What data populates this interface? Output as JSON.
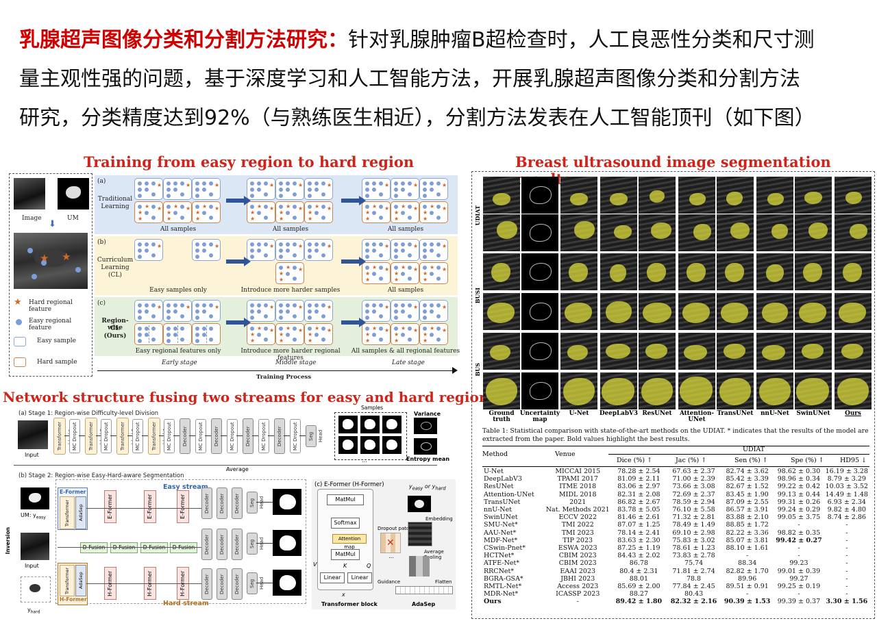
{
  "intro": {
    "highlight": "乳腺超声图像分类和分割方法研究：",
    "line1": "针对乳腺肿瘤B超检查时，人工良恶性分类和尺寸测",
    "line2": "量主观性强的问题，基于深度学习和人工智能方法，开展乳腺超声图像分类和分割方法",
    "line3": "研究，分类精度达到92%（与熟练医生相近），分割方法发表在人工智能顶刊（如下图）"
  },
  "left_title": "Training from easy region to hard region",
  "right_title": "Breast ultrasound image segmentation results",
  "network_title": "Network structure fusing two streams for easy and hard regions",
  "legend": {
    "image": "Image",
    "um": "UM",
    "plus": "+",
    "hard_feature": "Hard regional feature",
    "easy_feature": "Easy regional feature",
    "easy_sample": "Easy sample",
    "hard_sample": "Hard sample"
  },
  "rows": [
    {
      "tag": "(a)",
      "name_lines": [
        "Traditional",
        "Learning"
      ],
      "labels": [
        "All samples",
        "All samples",
        "All samples"
      ]
    },
    {
      "tag": "(b)",
      "name_lines": [
        "Curriculum",
        "Learning",
        "(CL)"
      ],
      "labels": [
        "Easy samples only",
        "Introduce more harder samples",
        "All samples"
      ]
    },
    {
      "tag": "(c)",
      "name_lines": [
        "Region-wise",
        "CL",
        "(Ours)"
      ],
      "labels": [
        "Easy regional features only",
        "Introduce more harder regional features",
        "All samples & all regional features"
      ]
    }
  ],
  "stages": [
    "Early stage",
    "Middle stage",
    "Late stage"
  ],
  "training_process": "Training Process",
  "stage1": {
    "title": "(a) Stage 1: Region-wise Difficulty-level Division",
    "input": "Input",
    "blocks": [
      "Transformer block1",
      "MC Dropout",
      "Transformer block2",
      "MC Dropout",
      "Transformer block3",
      "MC Dropout",
      "Transformer block4",
      "MC Dropout",
      "Decoder",
      "MC Dropout",
      "Decoder",
      "MC Dropout",
      "Decoder",
      "MC Dropout",
      "Decoder",
      "MC Dropout",
      "Seg Head"
    ],
    "samples": "Samples",
    "variance": "Variance",
    "entropy": "Entropy mean",
    "dots": "...",
    "average": "Average"
  },
  "stage2": {
    "title": "(b) Stage 2: Region-wise Easy-Hard-aware Segmentation",
    "easy_stream": "Easy stream",
    "hard_stream": "Hard stream",
    "e_former": "E-Former",
    "h_former": "H-Former",
    "transformer_block": "Transformer block",
    "adasep": "AdaSep",
    "d_fusion": "D-Fusion",
    "decoder": "Decoder",
    "seg_head": "Seg Head",
    "um_label": "UM: y",
    "um_sub": "easy",
    "input": "Input",
    "y_hard": "y",
    "y_hard_sub": "hard",
    "inversion": "Inversion"
  },
  "eformer": {
    "title": "(c) E-Former (H-Former)",
    "matmul": "MatMul",
    "softmax": "Softmax",
    "attention_map": "Attention map",
    "linear": "Linear",
    "v": "V",
    "k": "K",
    "q": "Q",
    "x": "x",
    "transformer_block": "Transformer block",
    "dropout_patch": "Dropout patch",
    "embedding": "Embedding",
    "average_pooling": "Average Pooling",
    "flatten": "Flatten",
    "guidance": "Guidance",
    "adasep": "AdaSep",
    "y_or": "or",
    "y_easy": "easy",
    "y_hard": "hard",
    "y": "y"
  },
  "seg_grid": {
    "dataset_labels": [
      "UDIAT",
      "BUSI",
      "BUS"
    ],
    "columns": [
      "Ground truth",
      "Uncertainty map",
      "U-Net",
      "DeepLabV3",
      "ResUNet",
      "Attention-UNet",
      "TransUNet",
      "nnU-Net",
      "SwinUNet",
      "Ours"
    ]
  },
  "table": {
    "caption": "Table 1: Statistical comparison with state-of-the-art methods on the UDIAT. * indicates that the results of the model are extracted from the paper. Bold values highlight the best results.",
    "group_header": "UDIAT",
    "headers": [
      "Method",
      "Venue",
      "Dice (%) ↑",
      "Jac (%) ↑",
      "Sen (%) ↑",
      "Spe (%) ↑",
      "HD95 ↓"
    ],
    "rows": [
      [
        "U-Net",
        "MICCAI 2015",
        "78.28 ± 2.54",
        "67.63 ± 2.37",
        "82.74 ± 3.62",
        "98.62 ± 0.30",
        "16.19 ± 3.28"
      ],
      [
        "DeepLabV3",
        "TPAMI 2017",
        "81.09 ± 2.11",
        "71.00 ± 2.39",
        "85.42 ± 3.39",
        "98.96 ± 0.34",
        "8.79 ± 3.29"
      ],
      [
        "ResUNet",
        "ITME 2018",
        "83.06 ± 2.97",
        "73.66 ± 3.08",
        "82.67 ± 1.52",
        "99.22 ± 0.42",
        "10.03 ± 3.52"
      ],
      [
        "Attention-UNet",
        "MIDL 2018",
        "82.31 ± 2.08",
        "72.69 ± 2.37",
        "83.45 ± 1.90",
        "99.13 ± 0.44",
        "14.49 ± 1.48"
      ],
      [
        "TransUNet",
        "2021",
        "86.82 ± 2.67",
        "78.59 ± 2.94",
        "87.09 ± 2.55",
        "99.31 ± 0.26",
        "6.93 ± 2.34"
      ],
      [
        "nnU-Net",
        "Nat. Methods 2021",
        "83.78 ± 5.05",
        "76.10 ± 5.58",
        "86.57 ± 3.91",
        "99.24 ± 0.29",
        "9.82 ± 4.80"
      ],
      [
        "SwinUNet",
        "ECCV 2022",
        "81.46 ± 2.61",
        "71.32 ± 2.81",
        "83.88 ± 2.10",
        "99.05 ± 3.75",
        "8.74 ± 2.86"
      ],
      [
        "SMU-Net*",
        "TMI 2022",
        "87.07 ± 1.25",
        "78.49 ± 1.49",
        "88.85 ± 1.72",
        "-",
        "-"
      ],
      [
        "AAU-Net*",
        "TMI 2023",
        "78.14 ± 2.41",
        "69.10 ± 2.98",
        "82.22 ± 3.36",
        "98.82 ± 0.35",
        "-"
      ],
      [
        "MDF-Net*",
        "TIP 2023",
        "83.63 ± 2.30",
        "75.83 ± 3.02",
        "85.07 ± 3.81",
        "99.42 ± 0.27",
        "-"
      ],
      [
        "CSwin-Pnet*",
        "ESWA 2023",
        "87.25 ± 1.19",
        "78.61 ± 1.23",
        "88.10 ± 1.61",
        "-",
        "-"
      ],
      [
        "HCTNet*",
        "CBIM 2023",
        "84.43 ± 2.02",
        "73.83 ± 2.78",
        "-",
        "-",
        "-"
      ],
      [
        "ATFE-Net*",
        "CBIM 2023",
        "86.78",
        "75.74",
        "88.34",
        "99.23",
        "-"
      ],
      [
        "RRCNet*",
        "EAAI 2023",
        "80.4 ± 2.31",
        "71.81 ± 2.74",
        "82.82 ± 1.70",
        "99.01 ± 0.39",
        "-"
      ],
      [
        "BGRA-GSA*",
        "JBHI 2023",
        "88.01",
        "78.8",
        "89.96",
        "99.27",
        "-"
      ],
      [
        "RMTL-Net*",
        "Access 2023",
        "85.69 ± 2.00",
        "77.84 ± 2.45",
        "89.51 ± 0.91",
        "99.25 ± 0.19",
        "-"
      ],
      [
        "MDR-Net*",
        "ICASSP 2023",
        "88.27",
        "80.43",
        "-",
        "-",
        "-"
      ],
      [
        "Ours",
        "-",
        "89.42 ± 1.80",
        "82.32 ± 2.16",
        "90.39 ± 1.53",
        "99.39 ± 0.37",
        "3.30 ± 1.56"
      ]
    ],
    "bold_cells": [
      [
        9,
        5
      ],
      [
        17,
        0
      ],
      [
        17,
        2
      ],
      [
        17,
        3
      ],
      [
        17,
        4
      ],
      [
        17,
        6
      ]
    ]
  },
  "colors": {
    "title_red": "#d0241a",
    "panel_blue": "#dbe7f5",
    "panel_yellow": "#fdf3d6",
    "panel_green": "#e4f0dc",
    "arrow_blue": "#2f5597"
  }
}
